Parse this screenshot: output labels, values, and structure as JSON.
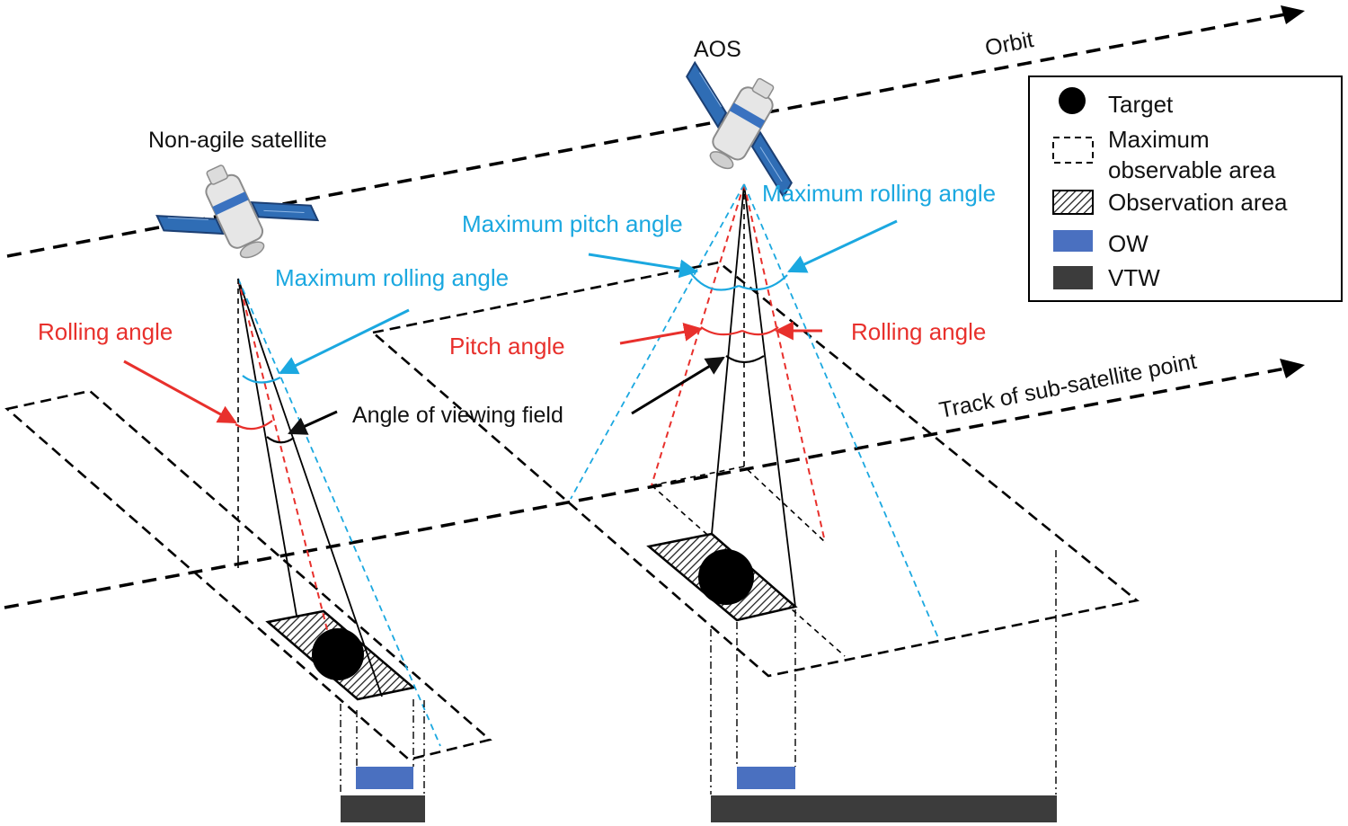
{
  "colors": {
    "blue_label": "#1ba8e0",
    "red_label": "#e8302c",
    "ow_fill": "#4a70c0",
    "vtw_fill": "#3c3c3c",
    "satellite_panel": "#2f6db5"
  },
  "labels": {
    "orbit": "Orbit",
    "track": "Track of sub-satellite point",
    "aos": "AOS",
    "non_agile": "Non-agile satellite",
    "angle_viewing_field": "Angle of viewing field",
    "left": {
      "max_rolling_angle": "Maximum rolling angle",
      "rolling_angle": "Rolling angle"
    },
    "right": {
      "max_rolling_angle": "Maximum rolling angle",
      "max_pitch_angle": "Maximum pitch angle",
      "pitch_angle": "Pitch angle",
      "rolling_angle": "Rolling angle"
    }
  },
  "legend": {
    "target": "Target",
    "max_area_line1": "Maximum",
    "max_area_line2": "observable area",
    "obs_area": "Observation area",
    "ow": "OW",
    "vtw": "VTW"
  }
}
